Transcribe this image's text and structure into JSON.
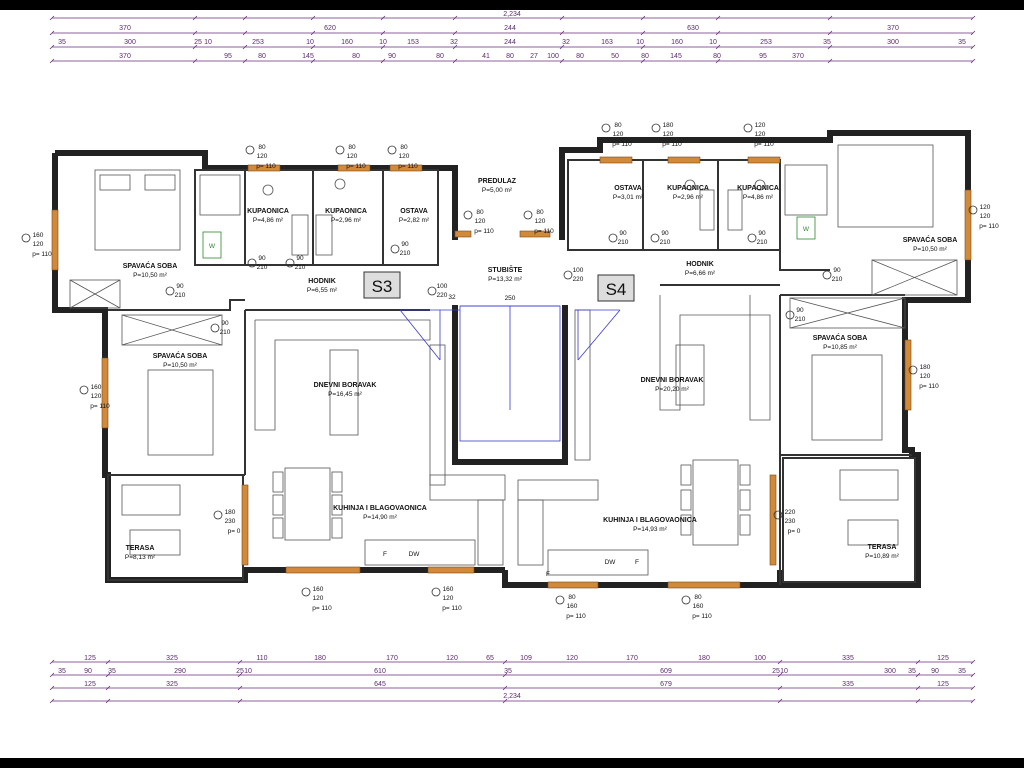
{
  "top_dims": {
    "total": "2,234",
    "row1": [
      "370",
      "620",
      "244",
      "630",
      "370"
    ],
    "row2": [
      "35",
      "300",
      "25",
      "10",
      "253",
      "10",
      "160",
      "10",
      "153",
      "32",
      "244",
      "32",
      "163",
      "10",
      "160",
      "10",
      "253",
      "35",
      "300",
      "35"
    ],
    "row3": [
      "370",
      "95",
      "80",
      "145",
      "80",
      "90",
      "80",
      "41",
      "80",
      "27",
      "100",
      "80",
      "50",
      "80",
      "145",
      "80",
      "95",
      "370"
    ]
  },
  "bottom_dims": {
    "row1": [
      "125",
      "325",
      "110",
      "180",
      "170",
      "120",
      "65",
      "109",
      "120",
      "170",
      "180",
      "100",
      "335",
      "125"
    ],
    "row2": [
      "35",
      "90",
      "35",
      "290",
      "25",
      "10",
      "610",
      "35",
      "609",
      "25",
      "10",
      "300",
      "35",
      "90",
      "35"
    ],
    "row3": [
      "125",
      "325",
      "645",
      "679",
      "335",
      "125"
    ],
    "total": "2,234"
  },
  "apartments": {
    "left": "S3",
    "right": "S4"
  },
  "rooms": [
    {
      "name": "SPAVAĆA SOBA",
      "area": "P=10,50 m²"
    },
    {
      "name": "KUPAONICA",
      "area": "P=4,86 m²"
    },
    {
      "name": "KUPAONICA",
      "area": "P=2,96 m²"
    },
    {
      "name": "OSTAVA",
      "area": "P=2,82 m²"
    },
    {
      "name": "HODNIK",
      "area": "P=6,55 m²"
    },
    {
      "name": "SPAVAĆA SOBA",
      "area": "P=10,50 m²"
    },
    {
      "name": "DNEVNI BORAVAK",
      "area": "P=16,45 m²"
    },
    {
      "name": "KUHINJA I BLAGOVAONICA",
      "area": "P=14,90 m²"
    },
    {
      "name": "TERASA",
      "area": "P=8,13 m²"
    },
    {
      "name": "PREDULAZ",
      "area": "P=5,00 m²"
    },
    {
      "name": "STUBIŠTE",
      "area": "P=13,32 m²"
    },
    {
      "name": "OSTAVA",
      "area": "P=3,01 m²"
    },
    {
      "name": "KUPAONICA",
      "area": "P=2,96 m²"
    },
    {
      "name": "KUPAONICA",
      "area": "P=4,86 m²"
    },
    {
      "name": "HODNIK",
      "area": "P=6,66 m²"
    },
    {
      "name": "SPAVAĆA SOBA",
      "area": "P=10,50 m²"
    },
    {
      "name": "SPAVAĆA SOBA",
      "area": "P=10,85 m²"
    },
    {
      "name": "DNEVNI BORAVAK",
      "area": "P=20,20 m²"
    },
    {
      "name": "KUHINJA I BLAGOVAONICA",
      "area": "P=14,93 m²"
    },
    {
      "name": "TERASA",
      "area": "P=10,89 m²"
    }
  ],
  "window_tags": [
    {
      "top": "160",
      "bottom": "120",
      "sill": "p= 110"
    },
    {
      "top": "160",
      "bottom": "120",
      "sill": "p= 110"
    },
    {
      "top": "180",
      "bottom": "230",
      "sill": "p= 0"
    },
    {
      "top": "160",
      "bottom": "120",
      "sill": "p= 110"
    },
    {
      "top": "160",
      "bottom": "120",
      "sill": "p= 110"
    },
    {
      "top": "220",
      "bottom": "230",
      "sill": "p= 0"
    },
    {
      "top": "80",
      "bottom": "120",
      "sill": "p= 110"
    },
    {
      "top": "80",
      "bottom": "120",
      "sill": "p= 110"
    },
    {
      "top": "80",
      "bottom": "120",
      "sill": "p= 110"
    },
    {
      "top": "80",
      "bottom": "120",
      "sill": "p= 110"
    },
    {
      "top": "80",
      "bottom": "120",
      "sill": "p= 110"
    },
    {
      "top": "80",
      "bottom": "120",
      "sill": "p= 110"
    },
    {
      "top": "180",
      "bottom": "120",
      "sill": "p= 110"
    },
    {
      "top": "120",
      "bottom": "120",
      "sill": "p= 110"
    },
    {
      "top": "120",
      "bottom": "120",
      "sill": "p= 110"
    },
    {
      "top": "180",
      "bottom": "120",
      "sill": "p= 110"
    },
    {
      "top": "80",
      "bottom": "160",
      "sill": "p= 110"
    },
    {
      "top": "80",
      "bottom": "160",
      "sill": "p= 110"
    }
  ],
  "door_tags": [
    {
      "top": "90",
      "bottom": "210"
    },
    {
      "top": "90",
      "bottom": "210"
    },
    {
      "top": "90",
      "bottom": "210"
    },
    {
      "top": "90",
      "bottom": "210"
    },
    {
      "top": "100",
      "bottom": "220"
    },
    {
      "top": "100",
      "bottom": "220"
    },
    {
      "top": "90",
      "bottom": "210"
    },
    {
      "top": "90",
      "bottom": "210"
    },
    {
      "top": "90",
      "bottom": "210"
    },
    {
      "top": "90",
      "bottom": "210"
    },
    {
      "top": "90",
      "bottom": "210"
    },
    {
      "top": "90",
      "bottom": "210"
    }
  ],
  "misc": {
    "stair_width": "250",
    "stair_gap": "32",
    "fridge": "F",
    "dishwasher": "DW",
    "washer": "W"
  }
}
